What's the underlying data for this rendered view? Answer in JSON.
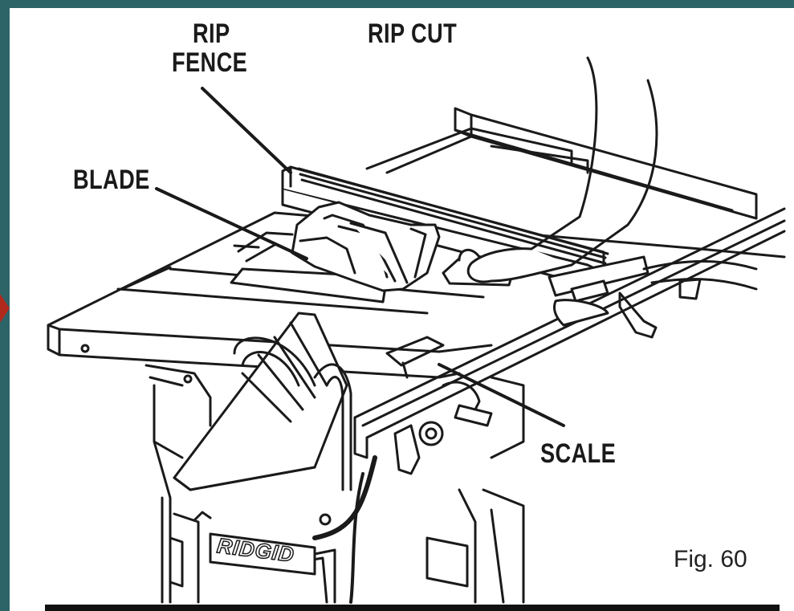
{
  "labels": {
    "rip": "RIP",
    "fence": "FENCE",
    "rip_cut": "RIP CUT",
    "blade": "BLADE",
    "scale": "SCALE",
    "brand": "RIDGID"
  },
  "figure_caption": "Fig. 60",
  "colors": {
    "background": "#2d6467",
    "marker": "#b1281d",
    "ink": "#1a1a1a"
  }
}
